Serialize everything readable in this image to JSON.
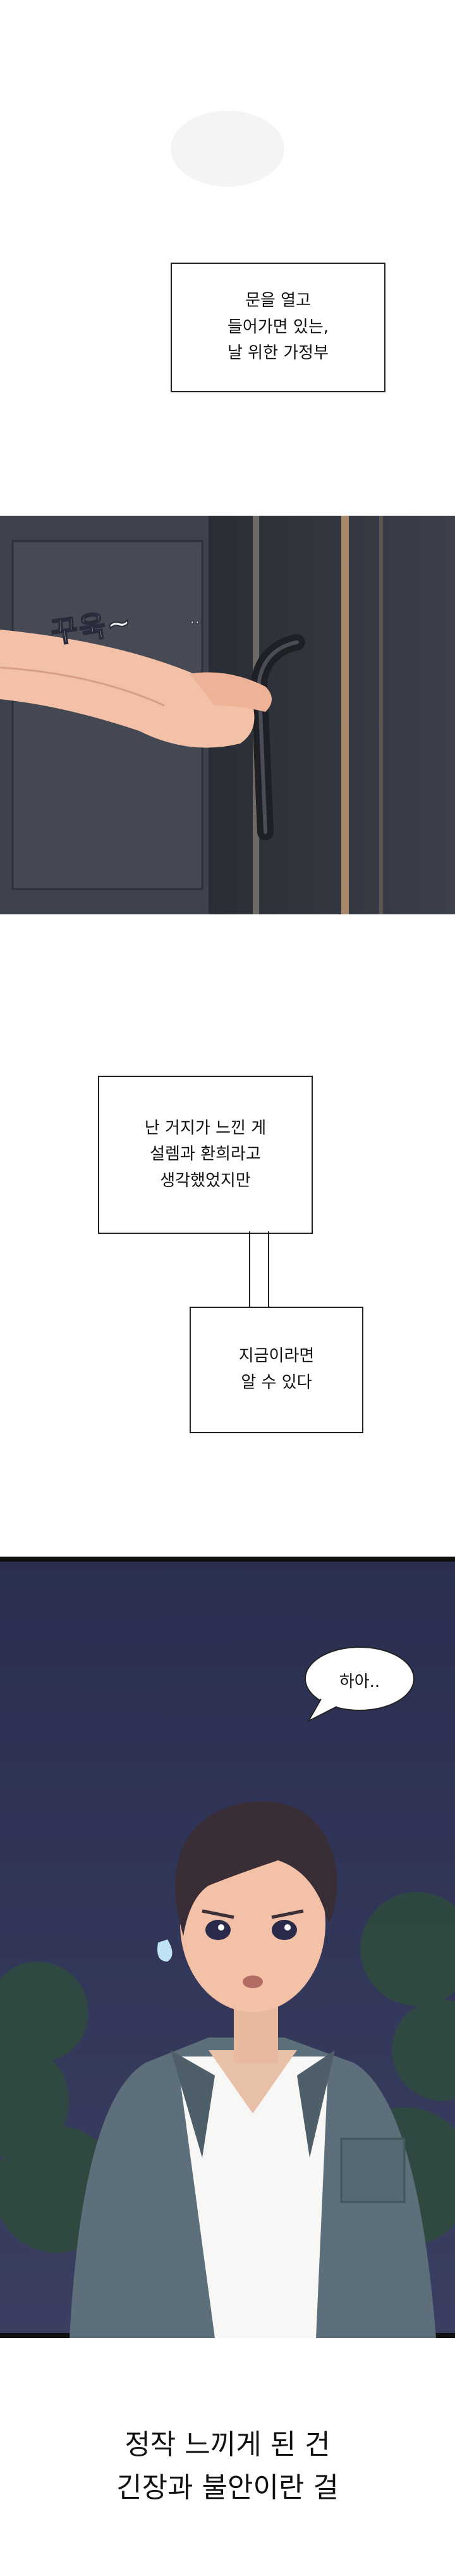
{
  "caption1": {
    "lines": [
      "문을 열고",
      "들어가면 있는,",
      "날 위한 가정부"
    ]
  },
  "sfx": {
    "text": "꾸욱~",
    "dots": ".."
  },
  "caption2": {
    "lines": [
      "난 거지가 느낀 게",
      "설렘과 환희라고",
      "생각했었지만"
    ]
  },
  "caption3": {
    "lines": [
      "지금이라면",
      "알 수 있다"
    ]
  },
  "speech": {
    "text": "하아.."
  },
  "closing": {
    "lines": [
      "정작 느끼게 된 건",
      "긴장과 불안이란 걸"
    ]
  },
  "colors": {
    "night_sky": "#2a2f52",
    "wall": "#3a3f4a",
    "skin": "#f3c1a8",
    "shirt": "#5d6f7a",
    "hair": "#3a2e36"
  }
}
